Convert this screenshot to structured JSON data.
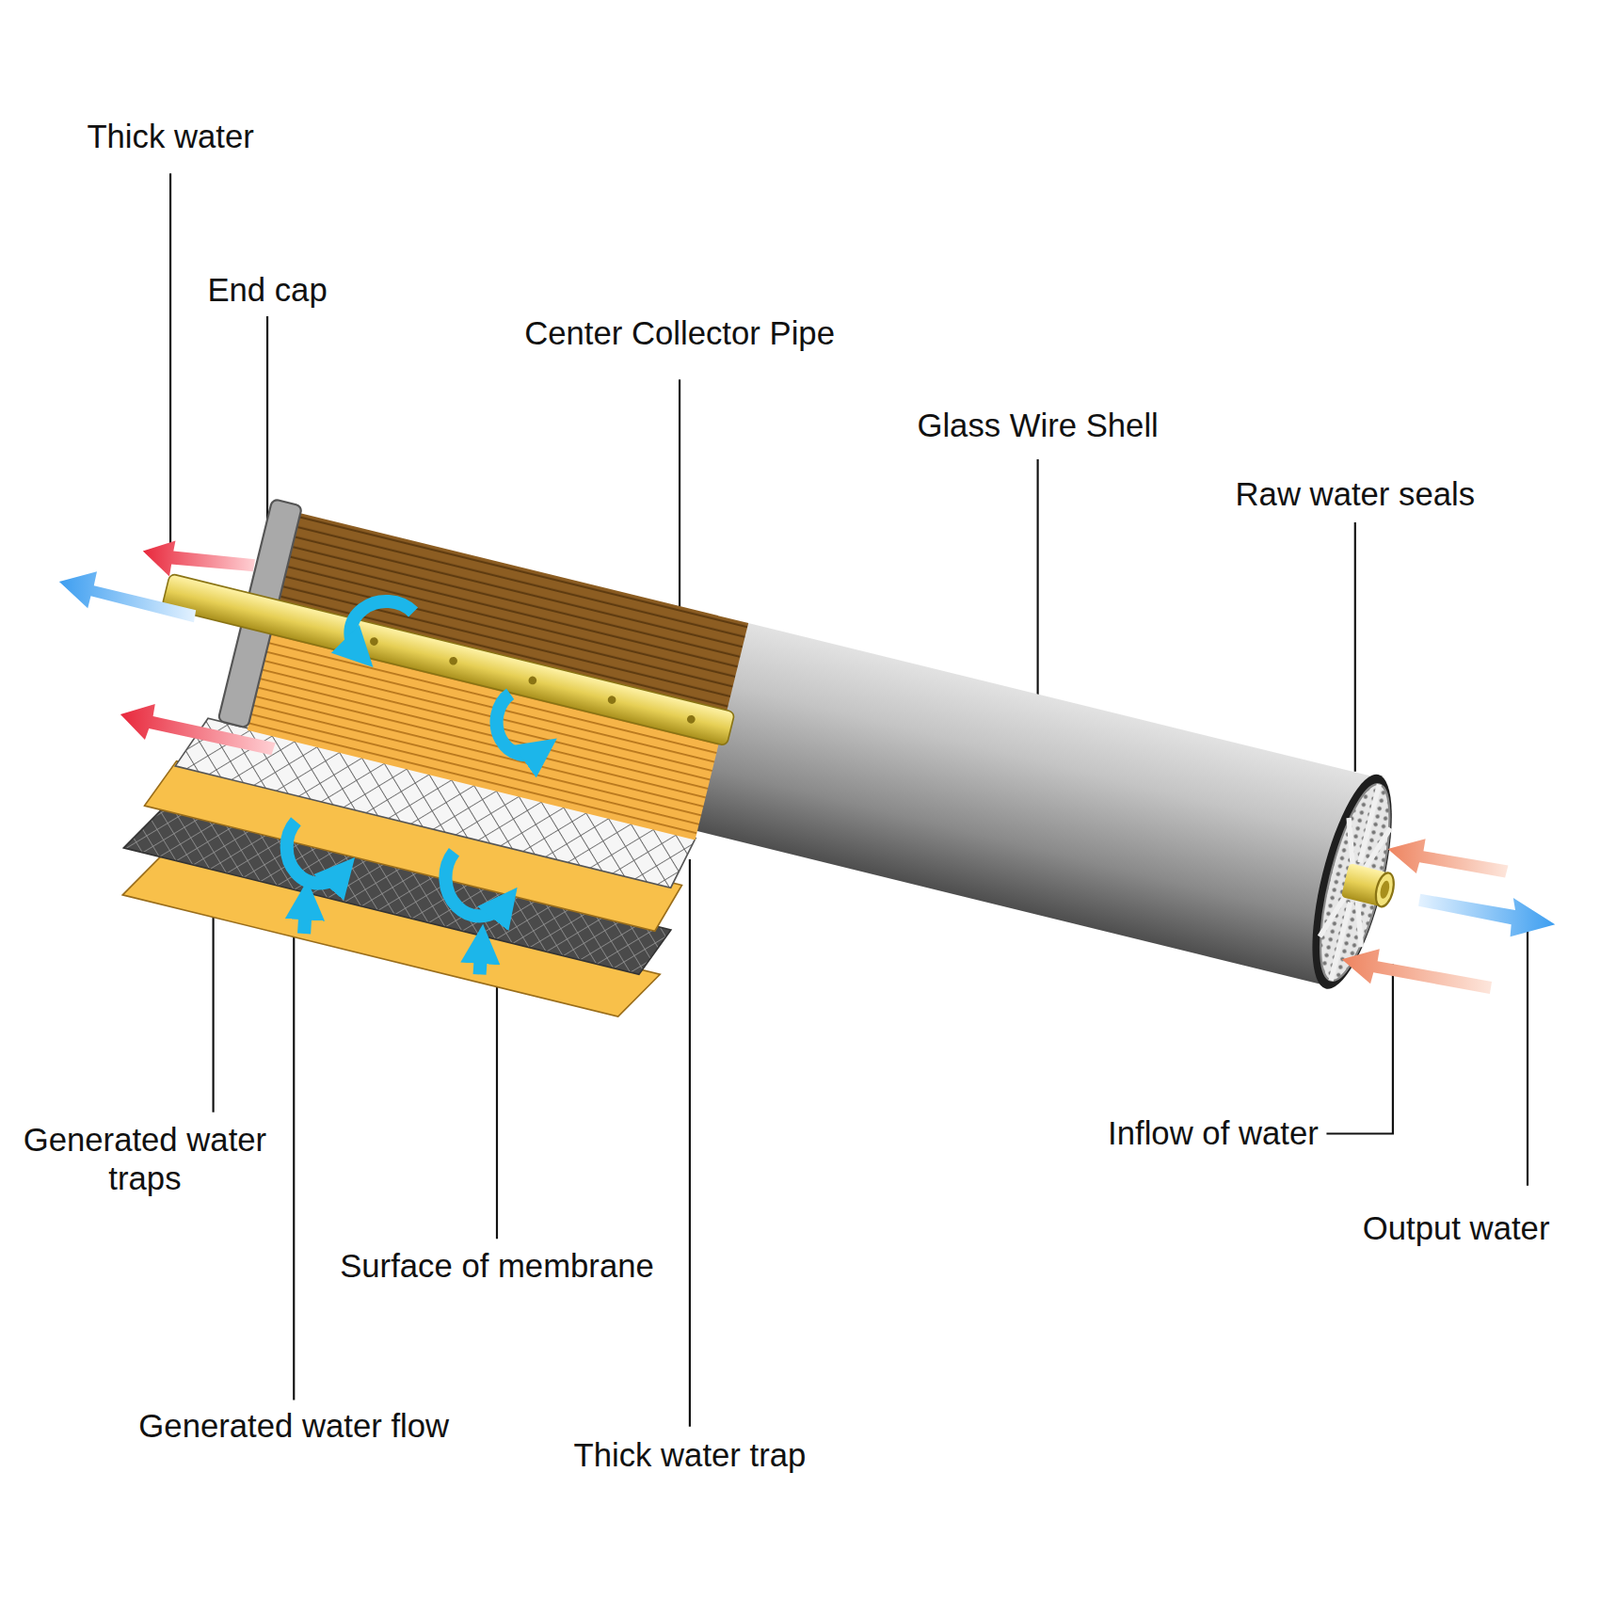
{
  "diagram": {
    "labels": [
      "Thick water",
      "End cap",
      "Center Collector Pipe",
      "Glass Wire Shell",
      "Raw water seals",
      "Inflow of water",
      "Generated water traps",
      "Output water",
      "Surface of membrane",
      "Generated water flow",
      "Thick water trap"
    ]
  }
}
